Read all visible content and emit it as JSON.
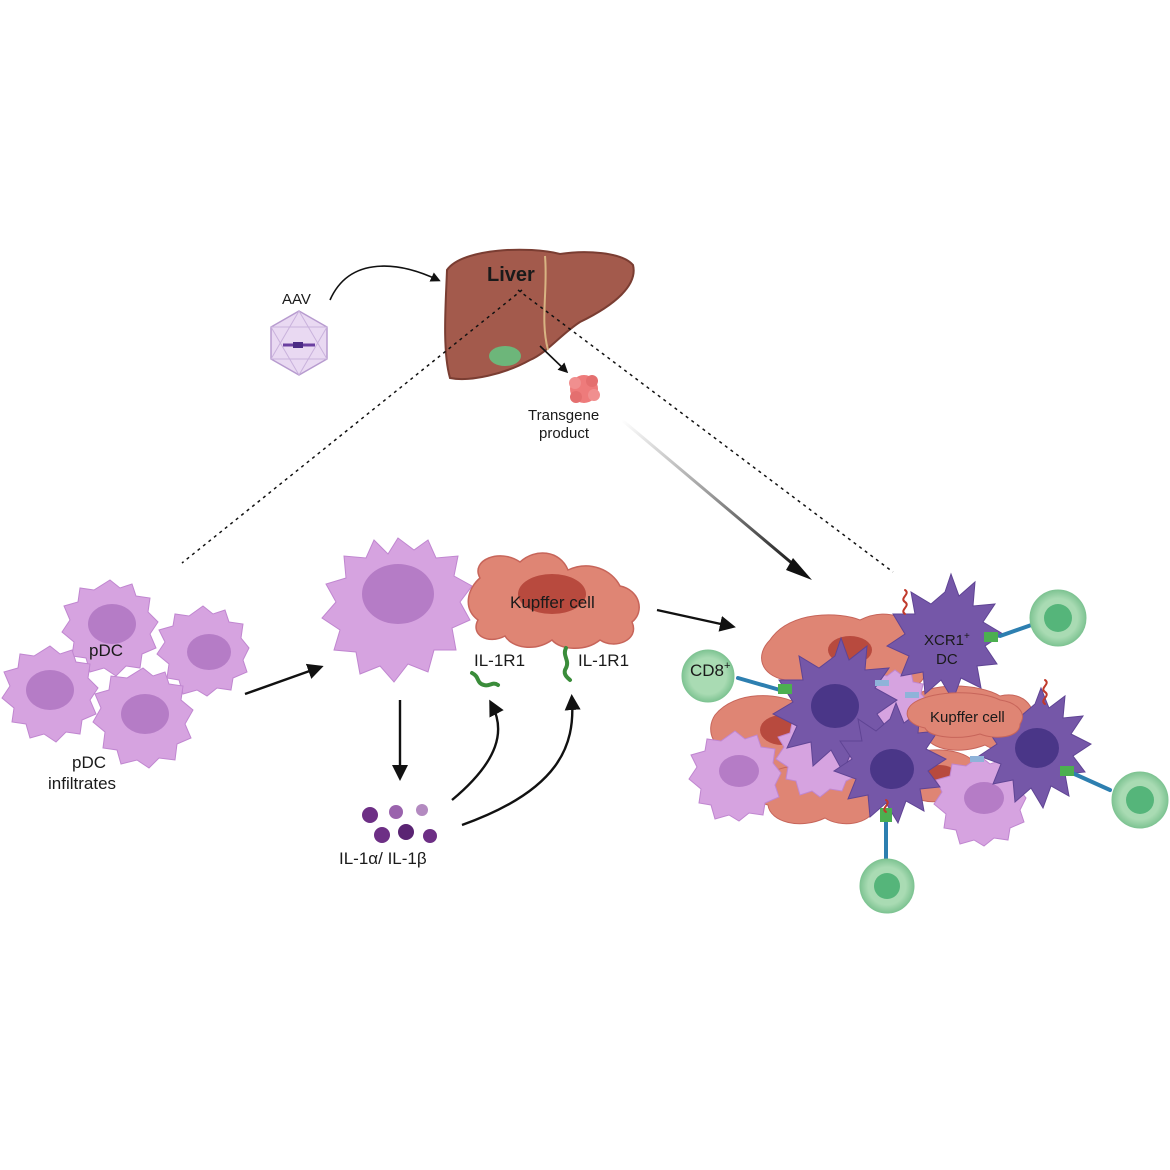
{
  "labels": {
    "aav": "AAV",
    "liver": "Liver",
    "transgene_line1": "Transgene",
    "transgene_line2": "product",
    "pdc": "pDC",
    "pdc_infiltrates_line1": "pDC",
    "pdc_infiltrates_line2": "infiltrates",
    "kupffer_cell": "Kupffer cell",
    "il1r1_pdc": "IL-1R1",
    "il1r1_kupffer": "IL-1R1",
    "il1": "IL-1α/ IL-1β",
    "cd8": "CD8",
    "cd8_sup": "+",
    "xcr1_line1": "XCR1",
    "xcr1_sup": "+",
    "xcr1_line2": "DC",
    "kupffer_cell_cluster": "Kupffer cell"
  },
  "colors": {
    "pdc": "#d6a3e0",
    "pdc_nucleus": "#b37ac4",
    "kupffer": "#df8574",
    "kupffer_nucleus": "#b84a3e",
    "xcr1_dc": "#7557a8",
    "xcr1_nucleus": "#4a3688",
    "tcell": "#9ed5a9",
    "tcell_nucleus": "#55b57a",
    "liver": "#a1594b",
    "cytokine": "#6d2f85"
  },
  "icons": [
    "aav-capsid-icon",
    "liver-organ-icon",
    "transgene-protein-icon",
    "receptor-icon",
    "tcr-icon"
  ]
}
